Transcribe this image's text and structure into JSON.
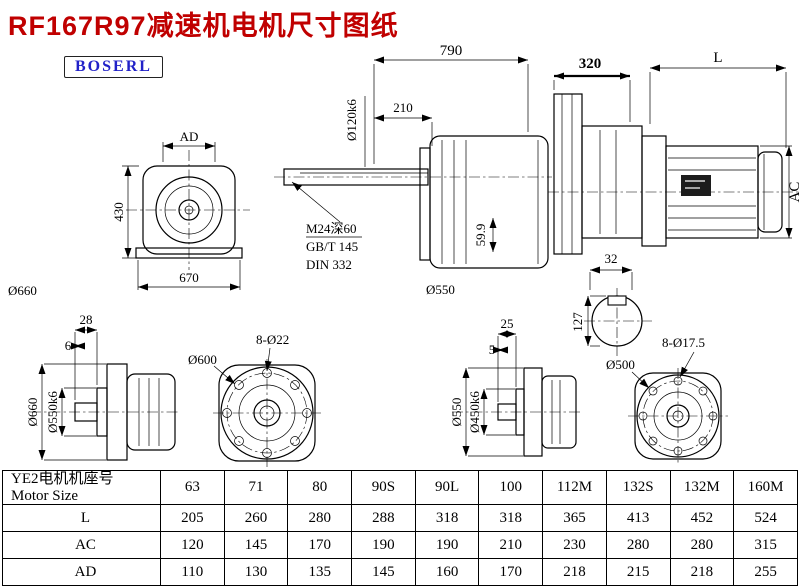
{
  "page": {
    "title": "RF167R97减速机电机尺寸图纸",
    "brand": "BOSERL"
  },
  "dims": {
    "front": {
      "ad": "AD",
      "h430": "430",
      "w670": "670",
      "d660": "Ø660"
    },
    "side": {
      "w790": "790",
      "w210": "210",
      "d120": "Ø120k6",
      "thread": "M24深60",
      "std1": "GB/T 145",
      "std2": "DIN 332",
      "h599": "59.9",
      "d550": "Ø550"
    },
    "motor": {
      "w320": "320",
      "len": "L",
      "ac": "AC"
    },
    "shaft": {
      "w32": "32",
      "h127": "127"
    },
    "flange1": {
      "w28": "28",
      "w6": "6",
      "d660": "Ø660",
      "d550k6": "Ø550k6"
    },
    "face1": {
      "d600": "Ø600",
      "holes": "8-Ø22"
    },
    "flange2": {
      "w25": "25",
      "w5": "5",
      "d550": "Ø550",
      "d450k6": "Ø450k6"
    },
    "face2": {
      "d500": "Ø500",
      "holes": "8-Ø17.5"
    }
  },
  "table": {
    "header_cn": "YE2电机机座号",
    "header_en": "Motor Size",
    "sizes": [
      "63",
      "71",
      "80",
      "90S",
      "90L",
      "100",
      "112M",
      "132S",
      "132M",
      "160M"
    ],
    "rows": [
      {
        "label": "L",
        "values": [
          "205",
          "260",
          "280",
          "288",
          "318",
          "318",
          "365",
          "413",
          "452",
          "524"
        ]
      },
      {
        "label": "AC",
        "values": [
          "120",
          "145",
          "170",
          "190",
          "190",
          "210",
          "230",
          "280",
          "280",
          "315"
        ]
      },
      {
        "label": "AD",
        "values": [
          "110",
          "130",
          "135",
          "145",
          "160",
          "170",
          "218",
          "215",
          "218",
          "255"
        ]
      }
    ]
  },
  "colors": {
    "title": "#c00000",
    "brand": "#2121c8",
    "line": "#000000"
  }
}
